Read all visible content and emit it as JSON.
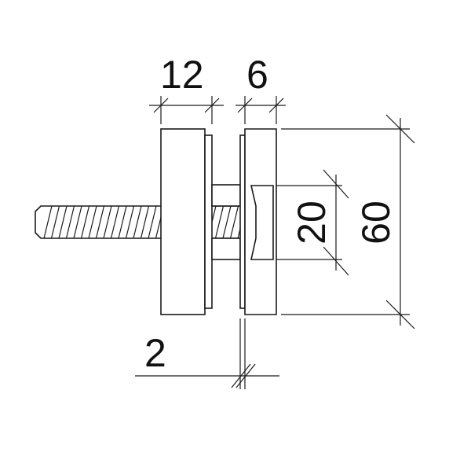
{
  "dimensions": {
    "outer_plate_thickness": "12",
    "inner_plate_thickness": "6",
    "gap": "2",
    "inner_diameter": "20",
    "outer_diameter": "60"
  }
}
